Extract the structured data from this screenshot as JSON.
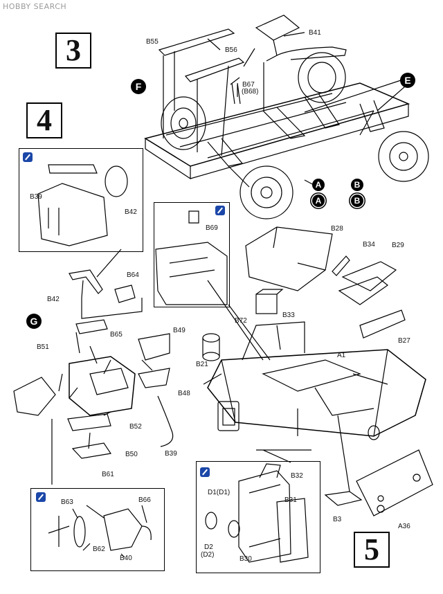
{
  "watermark": "HOBBY SEARCH",
  "steps": [
    "3",
    "4",
    "5"
  ],
  "sections": [
    "F",
    "E",
    "G"
  ],
  "connectors": {
    "A": "A",
    "B": "B"
  },
  "parts": {
    "B55": "B55",
    "B56": "B56",
    "B41": "B41",
    "B67": "B67",
    "B68": "(B68)",
    "B39_top": "B39",
    "B42_top": "B42",
    "B69": "B69",
    "B28": "B28",
    "B34": "B34",
    "B29": "B29",
    "B42": "B42",
    "B64": "B64",
    "B65": "B65",
    "B72": "B72",
    "B33": "B33",
    "B27": "B27",
    "B49": "B49",
    "B51": "B51",
    "B21": "B21",
    "A1": "A1",
    "B48": "B48",
    "B52": "B52",
    "B50": "B50",
    "B39": "B39",
    "B61": "B61",
    "B32": "B32",
    "D1": "D1(D1)",
    "B31": "B31",
    "B63": "B63",
    "B66": "B66",
    "B62": "B62",
    "B40": "B40",
    "D2": "D2",
    "D2b": "(D2)",
    "B3": "B3",
    "B30": "B30",
    "A36": "A36"
  },
  "icons": {
    "glue": "glue-brush-icon"
  },
  "colors": {
    "glue_badge": "#1b47a8",
    "ink": "#000000"
  }
}
